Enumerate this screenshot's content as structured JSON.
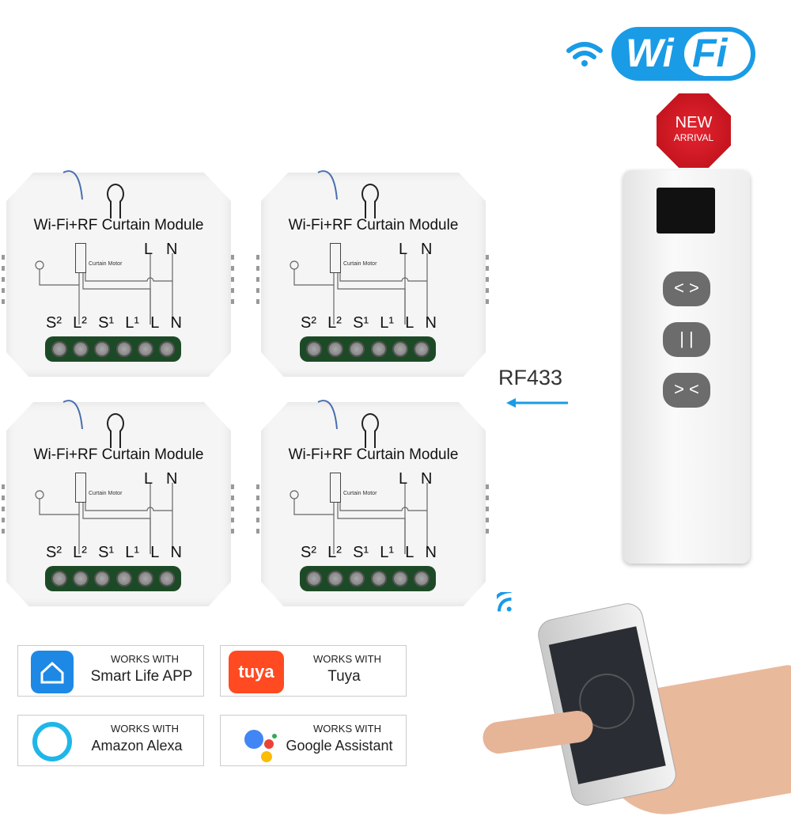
{
  "wifi_logo": {
    "left": "Wi",
    "right": "Fi",
    "color": "#1a9be6"
  },
  "new_badge": {
    "line1": "NEW",
    "line2": "ARRIVAL",
    "color": "#d0121c"
  },
  "module": {
    "title": "Wi-Fi+RF Curtain Module",
    "motor_label": "Curtain Motor",
    "top_labels": [
      "L",
      "N"
    ],
    "terminals": [
      "S²",
      "L²",
      "S¹",
      "L¹",
      "L",
      "N"
    ]
  },
  "modules_count": 4,
  "rf_label": "RF433",
  "arrow_color": "#1a9be6",
  "remote": {
    "buttons": [
      "< >",
      "| |",
      "> <"
    ]
  },
  "badges": [
    {
      "works": "WORKS WITH",
      "name": "Smart Life APP",
      "icon": "smart-life-home-icon",
      "color": "#1e88e5"
    },
    {
      "works": "WORKS WITH",
      "name": "Tuya",
      "icon": "tuya-logo-icon",
      "logo_text": "tuya",
      "color": "#ff4a22"
    },
    {
      "works": "WORKS WITH",
      "name": "Amazon Alexa",
      "icon": "alexa-ring-icon",
      "color": "#1fb6e8"
    },
    {
      "works": "WORKS WITH",
      "name": "Google Assistant",
      "icon": "google-assistant-dots-icon",
      "color": "#4285f4"
    }
  ]
}
